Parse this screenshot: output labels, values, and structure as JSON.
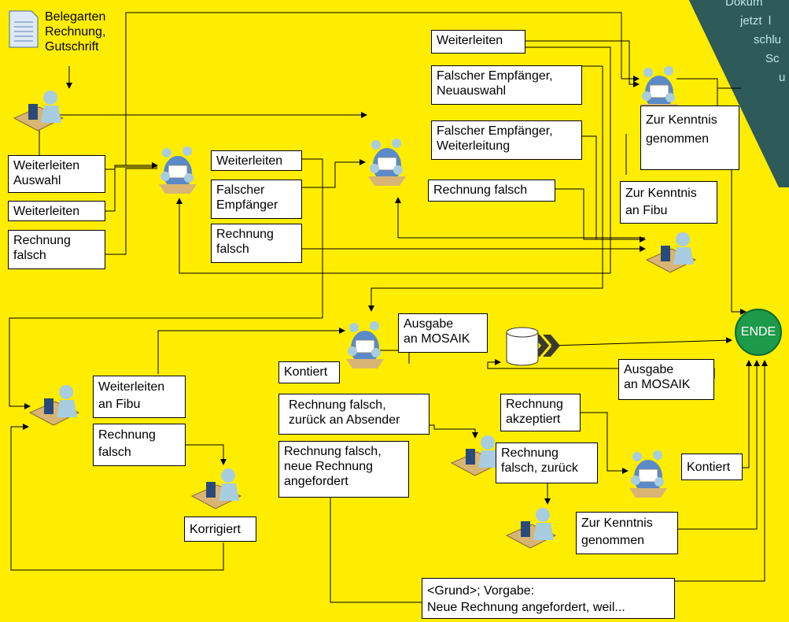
{
  "corner_note": {
    "lines": [
      "Dokum",
      "jetzt  l",
      "schlu",
      "Sc",
      "u"
    ]
  },
  "source": {
    "label": "Belegarten\nRechnung,\nGutschrift"
  },
  "ende": "ENDE",
  "boxes": {
    "weiterleiten_auswahl": "Weiterleiten\nAuswahl",
    "weiterleiten_left": "Weiterleiten",
    "rechnung_falsch_left": "Rechnung\nfalsch",
    "weiterleiten_mid": "Weiterleiten",
    "falscher_empfaenger_mid": "Falscher\nEmpfänger",
    "rechnung_falsch_mid": "Rechnung\nfalsch",
    "weiterleiten_top": "Weiterleiten",
    "falscher_empfaenger_neuauswahl": "Falscher Empfänger,\nNeuauswahl",
    "falscher_empfaenger_weiterleitung": "Falscher Empfänger,\nWeiterleitung",
    "rechnung_falsch_top": "Rechnung falsch",
    "zur_kenntnis_genommen_top": "Zur Kenntnis\ngenommen",
    "zur_kenntnis_an_fibu": "Zur Kenntnis\nan Fibu",
    "ausgabe_mosaik_1": "Ausgabe\nan MOSAIK",
    "kontiert_1": "Kontiert",
    "ausgabe_mosaik_2": "Ausgabe\nan MOSAIK",
    "weiterleiten_an_fibu": "Weiterleiten\nan Fibu",
    "rechnung_falsch_low": "Rechnung\nfalsch",
    "korrigiert": "Korrigiert",
    "rechnung_falsch_zurueck_absender": "Rechnung falsch,\nzurück an Absender",
    "rechnung_falsch_neue_rechnung": "Rechnung falsch,\nneue Rechnung\nangefordert",
    "rechnung_akzeptiert": "Rechnung\nakzeptiert",
    "rechnung_falsch_zurueck": "Rechnung\nfalsch, zurück",
    "kontiert_2": "Kontiert",
    "zur_kenntnis_genommen_low": "Zur Kenntnis\ngenommen",
    "grund": "<Grund>; Vorgabe:\nNeue Rechnung angefordert, weil..."
  },
  "colors": {
    "background": "#ffed00",
    "end_node": "#1d9a4a",
    "corner": "#2e5a59"
  }
}
